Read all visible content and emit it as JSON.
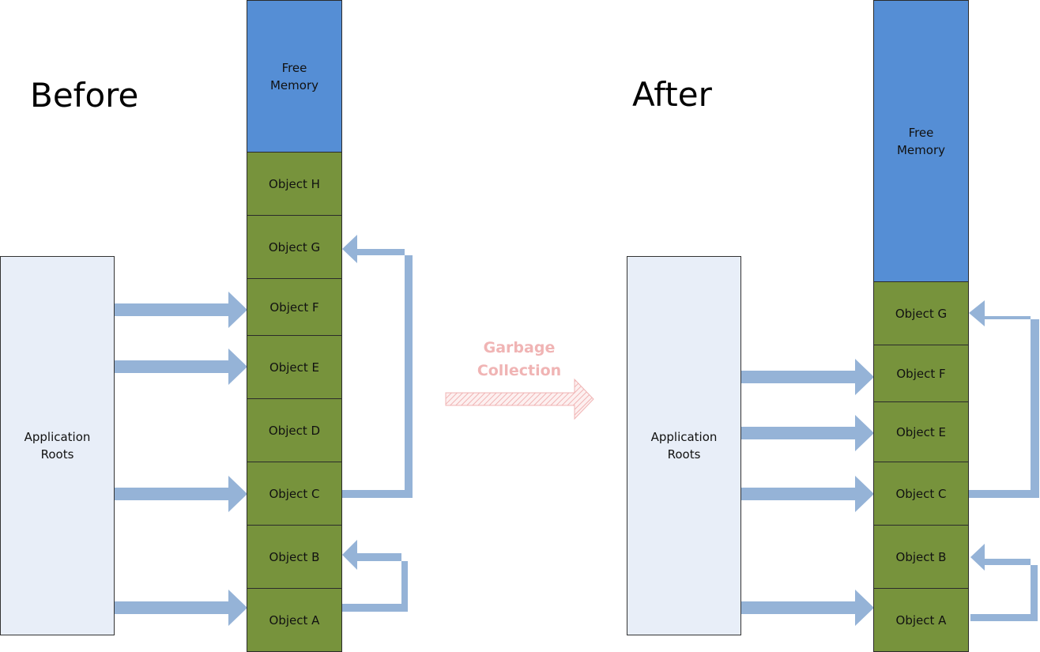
{
  "before": {
    "heading": "Before",
    "roots_label": [
      "Application",
      "Roots"
    ],
    "free_memory": [
      "Free",
      "Memory"
    ],
    "objects": [
      "Object H",
      "Object G",
      "Object F",
      "Object E",
      "Object D",
      "Object C",
      "Object B",
      "Object A"
    ]
  },
  "after": {
    "heading": "After",
    "roots_label": [
      "Application",
      "Roots"
    ],
    "free_memory": [
      "Free",
      "Memory"
    ],
    "objects": [
      "Object G",
      "Object F",
      "Object E",
      "Object C",
      "Object B",
      "Object A"
    ]
  },
  "transition": {
    "label": [
      "Garbage",
      "Collection"
    ]
  },
  "colors": {
    "object_fill": "#77933c",
    "free_memory_fill": "#558ed5",
    "roots_fill": "#e8eef8",
    "arrow": "#95b3d7",
    "gc_label": "#f0b4b4"
  }
}
